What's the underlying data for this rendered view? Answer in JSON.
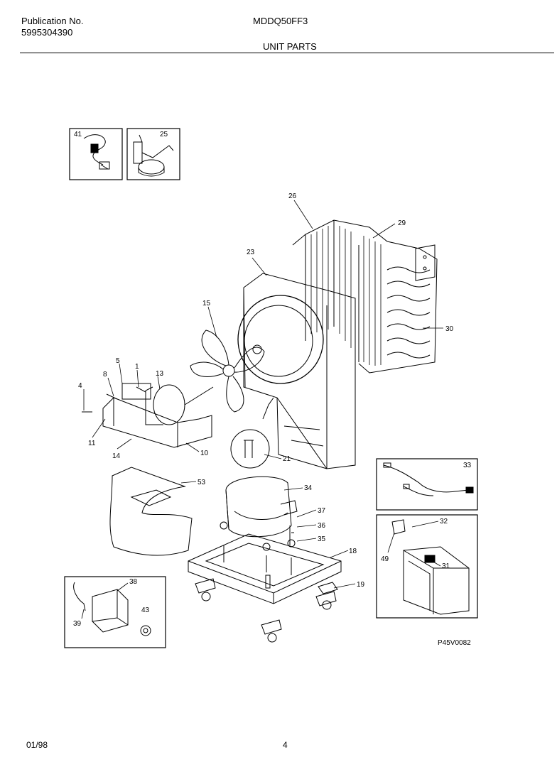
{
  "header": {
    "publication_label": "Publication No.",
    "publication_number": "5995304390",
    "model": "MDDQ50FF3",
    "section_title": "UNIT PARTS"
  },
  "callouts": {
    "c1": "1",
    "c4": "4",
    "c5": "5",
    "c8": "8",
    "c10": "10",
    "c11": "11",
    "c13": "13",
    "c14": "14",
    "c15": "15",
    "c18": "18",
    "c19": "19",
    "c21": "21",
    "c23": "23",
    "c25": "25",
    "c26": "26",
    "c29": "29",
    "c30": "30",
    "c31": "31",
    "c32": "32",
    "c33": "33",
    "c34": "34",
    "c35": "35",
    "c36": "36",
    "c37": "37",
    "c38": "38",
    "c39": "39",
    "c41": "41",
    "c43": "43",
    "c49": "49",
    "c53": "53"
  },
  "drawing_code": "P45V0082",
  "footer": {
    "date": "01/98",
    "page": "4"
  }
}
